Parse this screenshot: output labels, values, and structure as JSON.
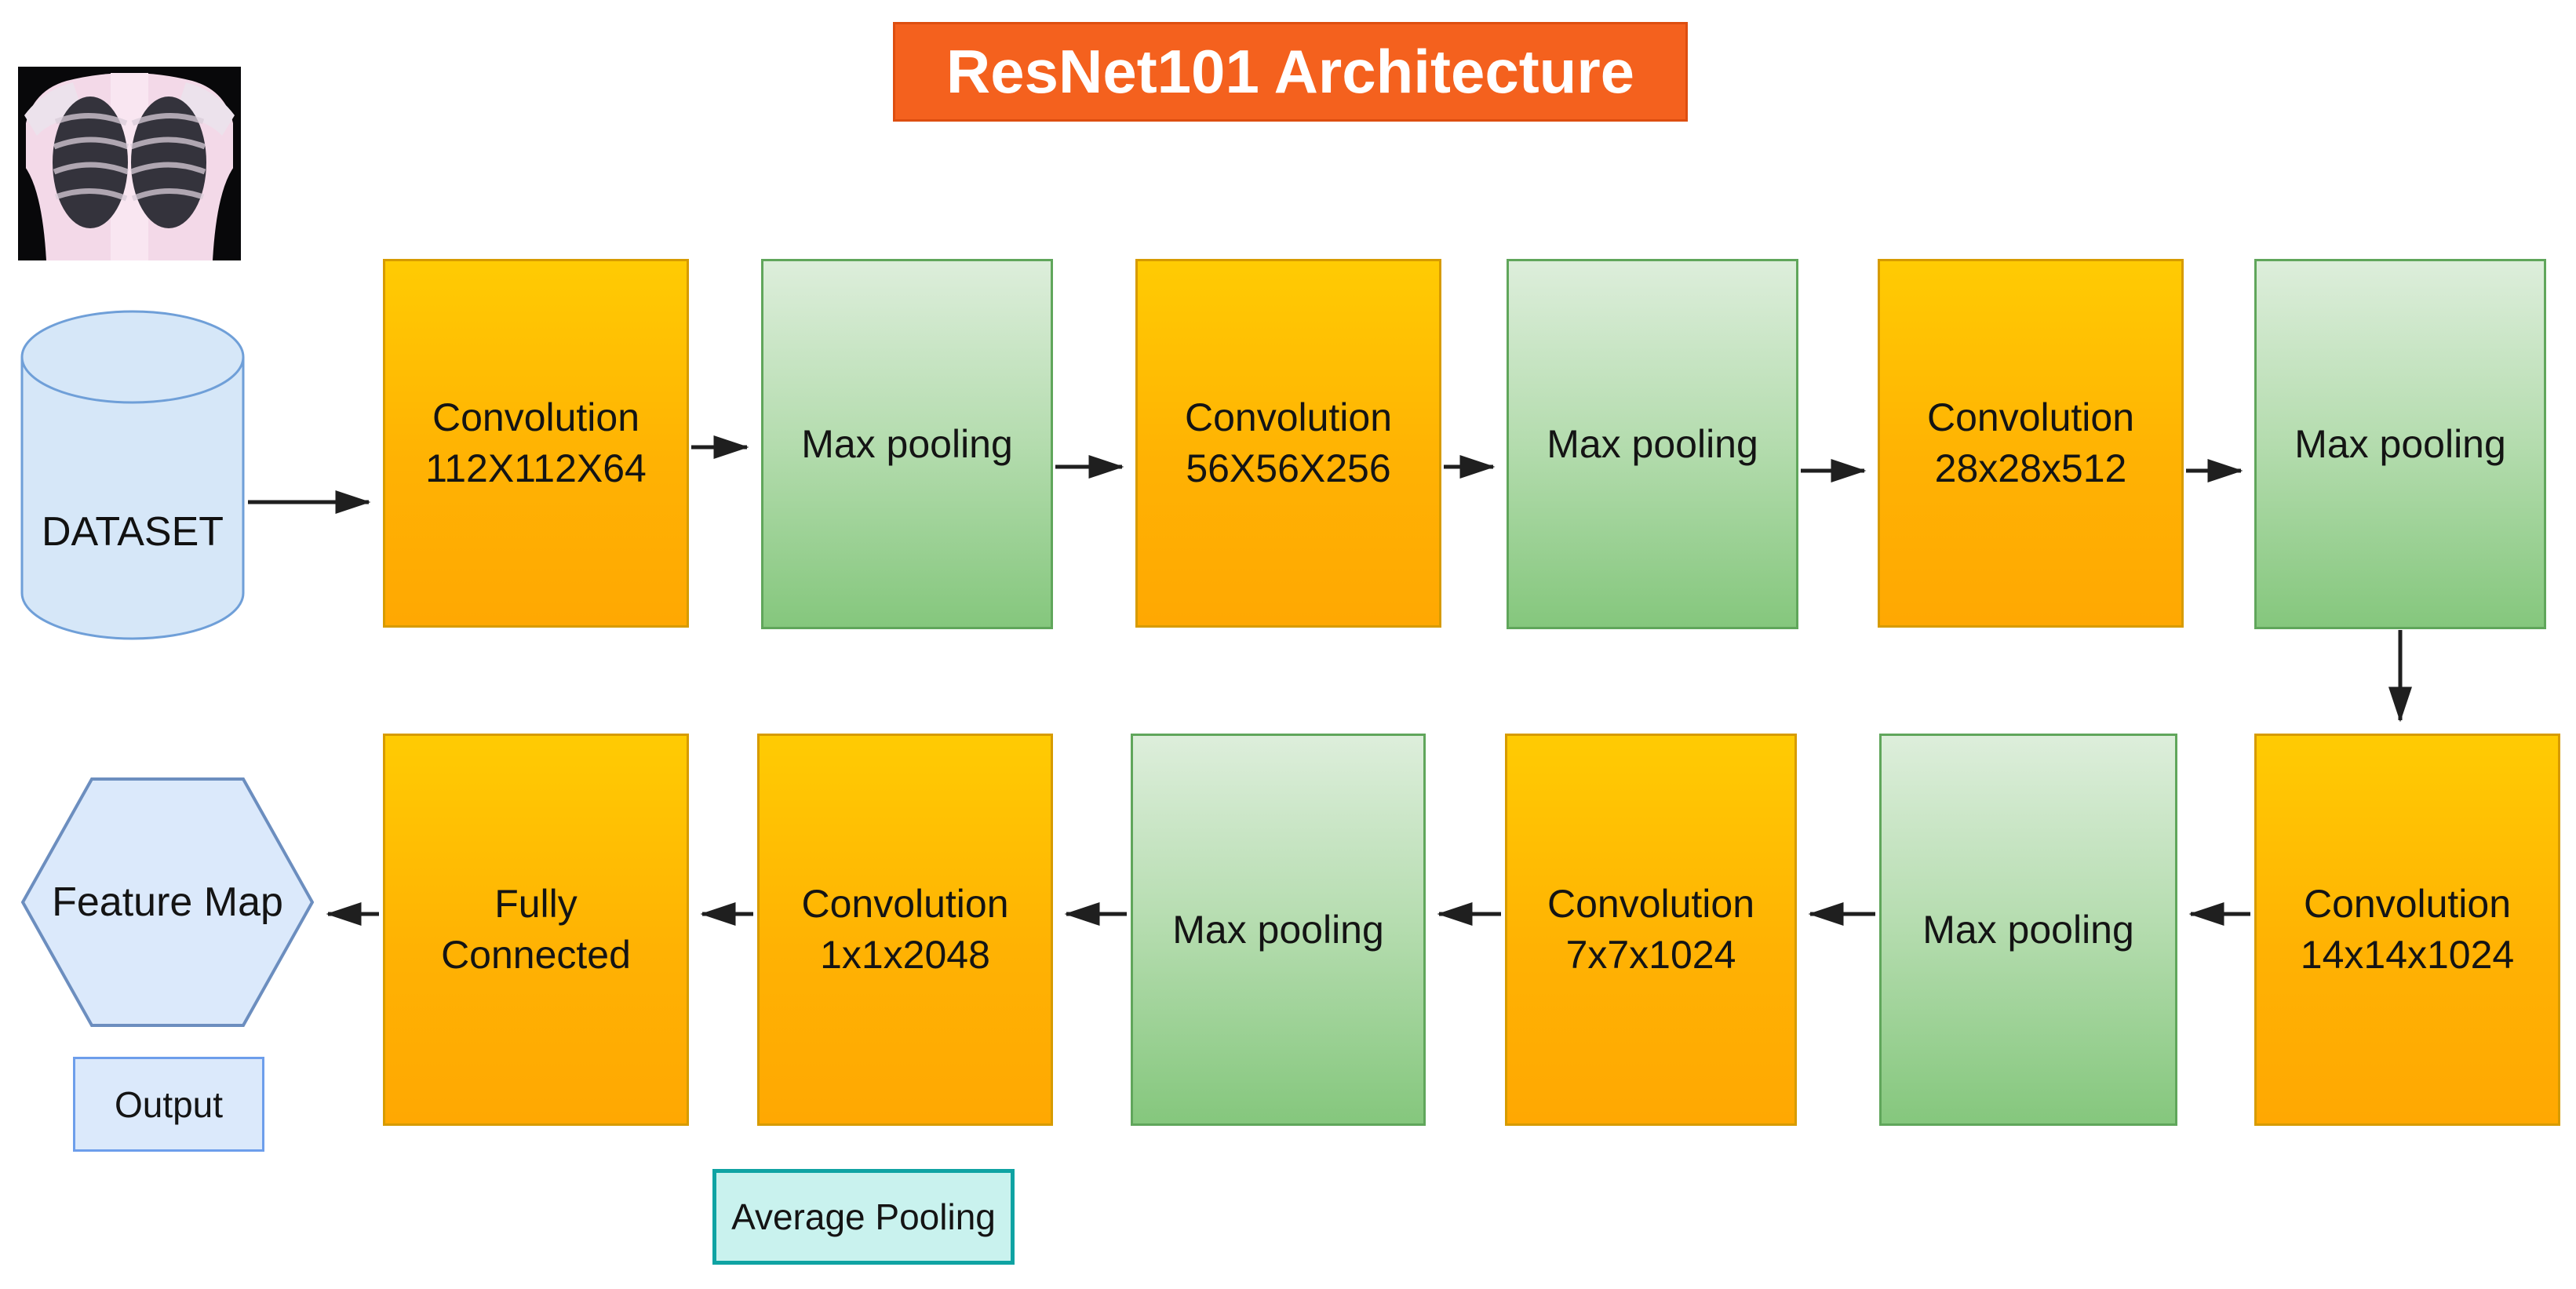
{
  "title": "ResNet101 Architecture",
  "icons": {
    "input_image": "chest-xray-image",
    "dataset_shape": "database-cylinder",
    "feature_map_shape": "hexagon",
    "arrow_style": "black-arrowhead"
  },
  "dataset": {
    "label": "DATASET"
  },
  "top_row": [
    {
      "line1": "Convolution",
      "line2": "112X112X64"
    },
    {
      "label": "Max pooling"
    },
    {
      "line1": "Convolution",
      "line2": "56X56X256"
    },
    {
      "label": "Max pooling"
    },
    {
      "line1": "Convolution",
      "line2": "28x28x512"
    },
    {
      "label": "Max pooling"
    }
  ],
  "bottom_row": [
    {
      "line1": "Fully",
      "line2": "Connected"
    },
    {
      "line1": "Convolution",
      "line2": "1x1x2048"
    },
    {
      "label": "Max pooling"
    },
    {
      "line1": "Convolution",
      "line2": "7x7x1024"
    },
    {
      "label": "Max pooling"
    },
    {
      "line1": "Convolution",
      "line2": "14x14x1024"
    }
  ],
  "feature_map": {
    "label": "Feature Map"
  },
  "output": {
    "label": "Output"
  },
  "average_pooling": {
    "label": "Average Pooling"
  },
  "colors": {
    "conv_fill_top": "#ffcb03",
    "conv_fill_bottom": "#ffa802",
    "conv_border": "#d79b00",
    "pool_fill_top": "#ddeedb",
    "pool_fill_bottom": "#85c77d",
    "pool_border": "#60a65b",
    "blue_fill": "#dbe9fb",
    "blue_border": "#6c8ebf",
    "title_bg": "#f4611e",
    "title_text": "#ffffff",
    "teal_fill": "#c9f2ee",
    "teal_border": "#0fa3a3",
    "arrow": "#1f1f1f"
  }
}
